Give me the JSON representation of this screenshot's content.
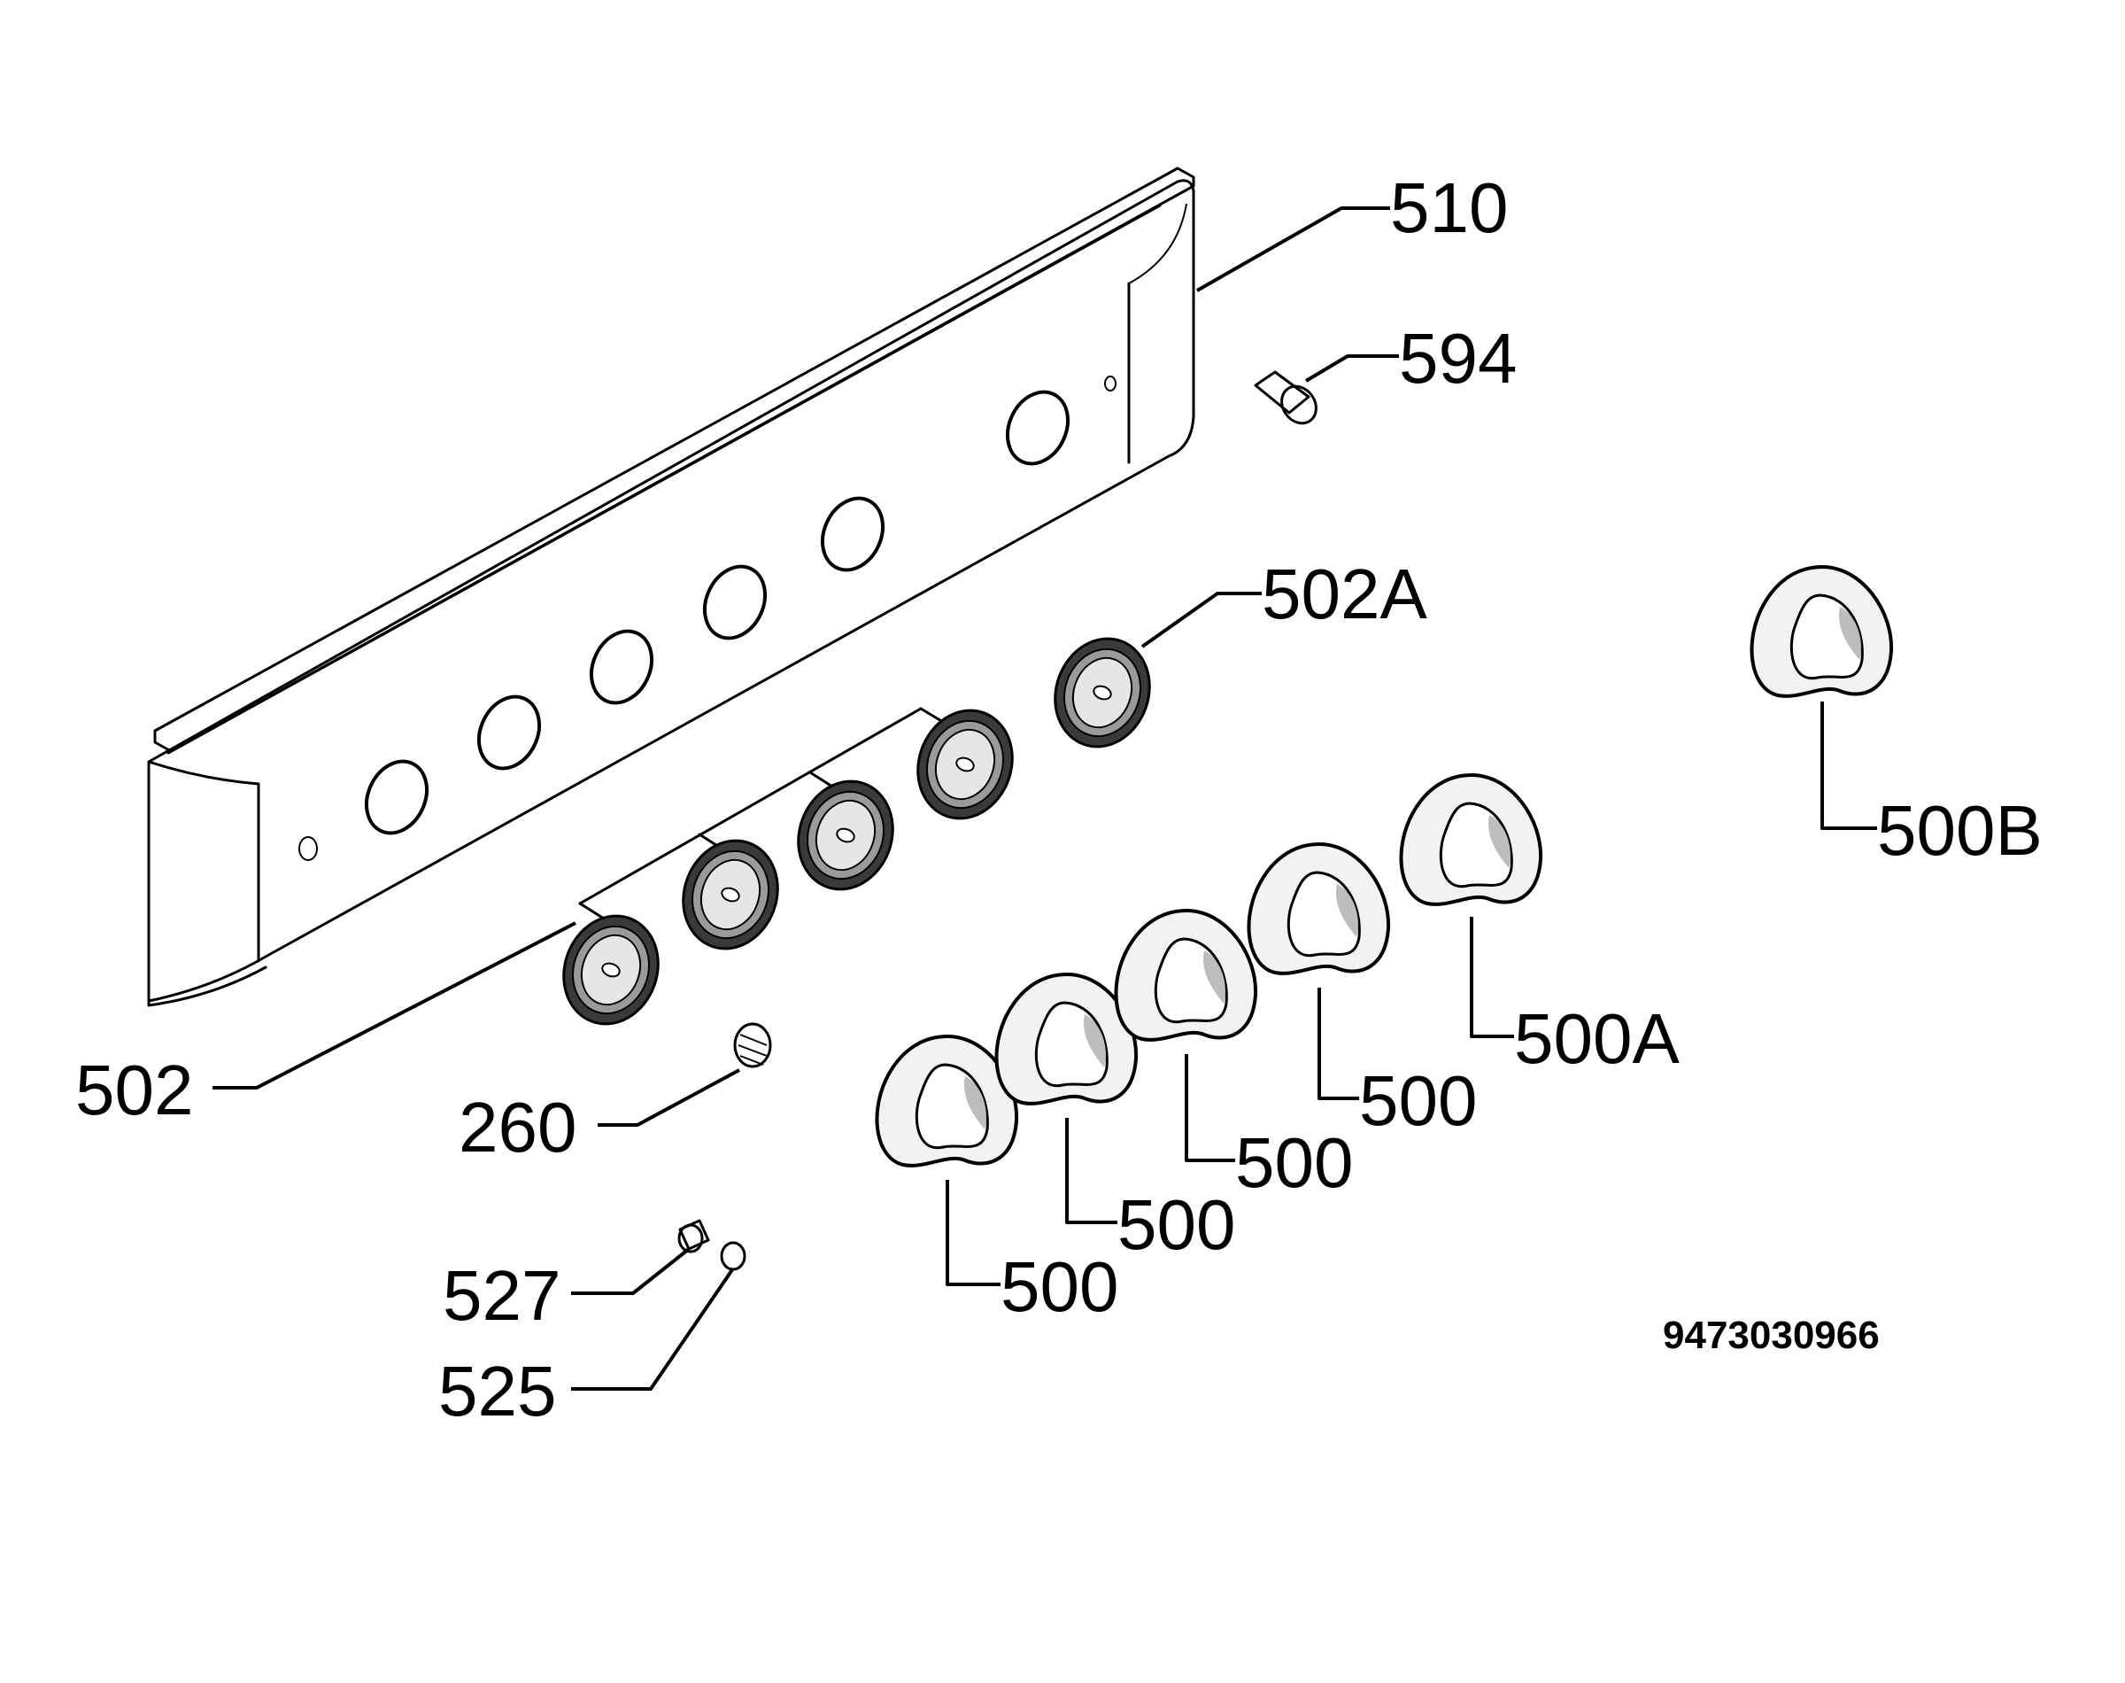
{
  "labels": {
    "l510": "510",
    "l594": "594",
    "l502A": "502A",
    "l500B": "500B",
    "l502": "502",
    "l260": "260",
    "l500_1": "500",
    "l500_2": "500",
    "l500_3": "500",
    "l500_4": "500",
    "l500A": "500A",
    "l527": "527",
    "l525": "525"
  },
  "document_number": "9473030966"
}
